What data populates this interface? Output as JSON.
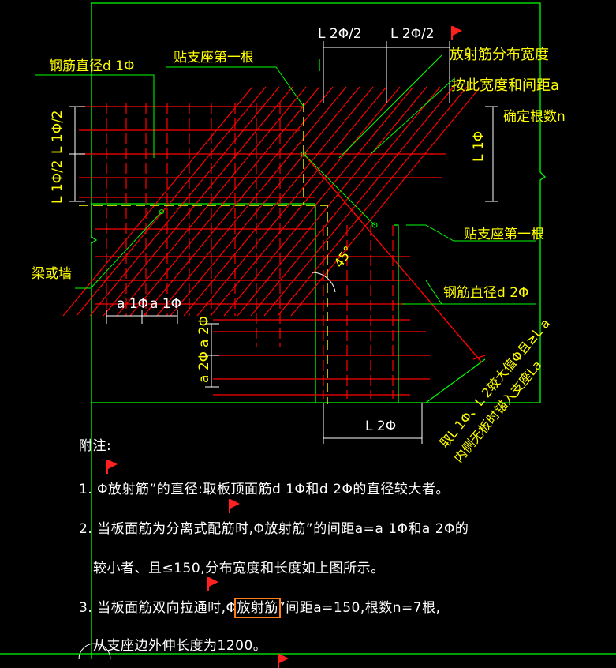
{
  "drawing": {
    "labels": {
      "l2_half_a": "L 2Φ/2",
      "l2_half_b": "L 2Φ/2",
      "radial_width": "放射筋分布宽度",
      "by_width_spacing": "按此宽度和间距a",
      "determine_count": "确定根数n",
      "rebar_d1": "钢筋直径d 1Φ",
      "first_bar_top": "贴支座第一根",
      "l1_half_top": "L 1Φ/2",
      "l1_half_bottom": "L 1Φ/2",
      "l1_right": "L 1Φ",
      "beam_or_wall": "梁或墙",
      "first_bar_right": "贴支座第一根",
      "angle": "45°",
      "rebar_d2": "钢筋直径d 2Φ",
      "a1_left": "a 1Φ",
      "a1_right": "a 1Φ",
      "a2_top": "a 2Φ",
      "a2_bottom": "a 2Φ",
      "l2_bottom": "L 2Φ",
      "diag_line1": "取L 1Φ、L 2较大值Φ且≥L a",
      "diag_line2": "内侧无板时锚入支座La"
    },
    "colors": {
      "frame": "#00ff00",
      "rebar": "#ff0000",
      "dims": "#ffffff",
      "text": "#ffff00",
      "dashed": "#ffff00",
      "leader": "#00ff00",
      "flag": "#ff2020",
      "selection": "#ff7f1a"
    }
  },
  "notes": {
    "heading": "附注:",
    "n1": "1. Φ放射筋”的直径:取板顶面筋d 1Φ和d 2Φ的直径较大者。",
    "n2a": "2. 当板面筋为分离式配筋时,Φ放射筋”的间距a=a 1Φ和a 2Φ的",
    "n2b": "较小者、且≤150,分布宽度和长度如上图所示。",
    "n3_pre": "3. 当板面筋双向拉通时,Φ",
    "n3_sel": "放射筋",
    "n3_post": "”间距a=150,根数n=7根,",
    "n4": "从支座边外伸长度为1200。"
  }
}
